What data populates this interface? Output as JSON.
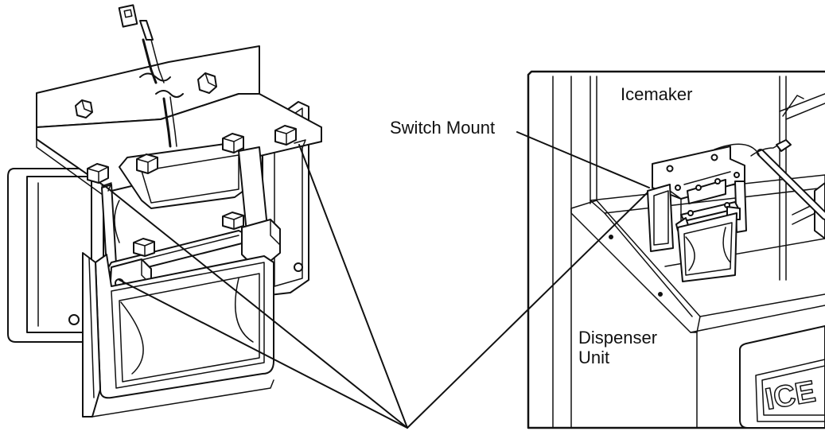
{
  "labels": {
    "switch_mount": "Switch Mount",
    "icemaker": "Icemaker",
    "dispenser_line1": "Dispenser",
    "dispenser_line2": "Unit",
    "ice_panel_text": "ICE"
  },
  "colors": {
    "line": "#111111",
    "background": "#ffffff",
    "fill": "#ffffff"
  }
}
